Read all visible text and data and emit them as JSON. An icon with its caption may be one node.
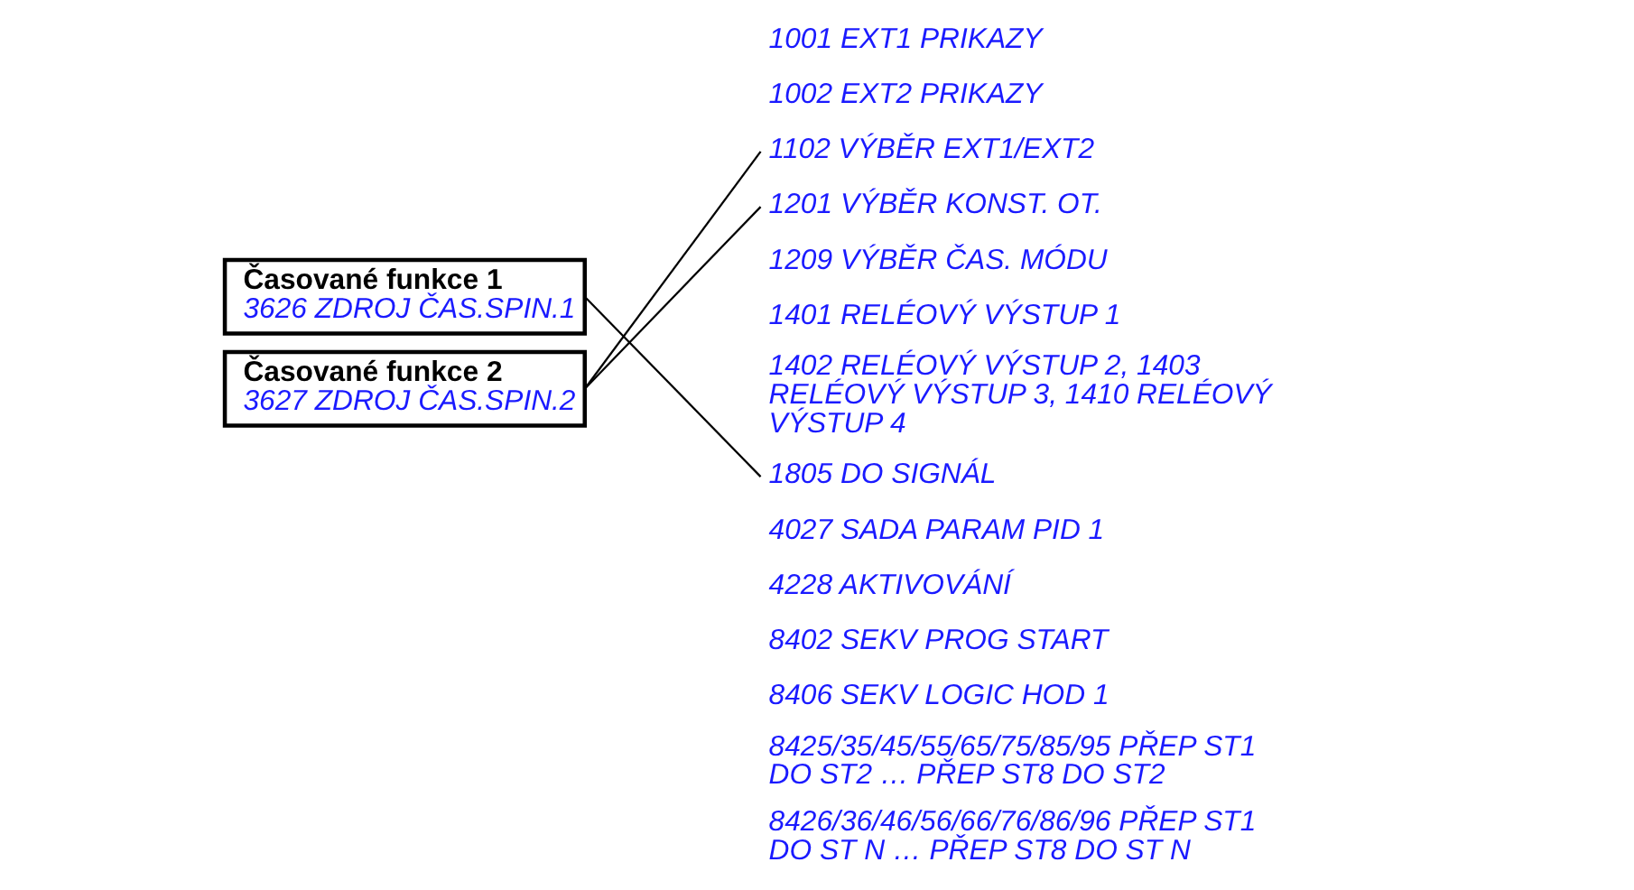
{
  "diagram": {
    "nodes": [
      {
        "text": [
          "Časované funkce 1",
          "3626 ZDROJ ČAS.SPIN.1"
        ]
      },
      {
        "text": [
          "Časované funkce 2",
          "3627 ZDROJ ČAS.SPIN.2"
        ]
      },
      {
        "text": [
          "1102 VÝBĚR EXT1/EXT2"
        ]
      },
      {
        "text": [
          "1201 VÝBĚR KONST. OT."
        ]
      },
      {
        "text": [
          "1805 DO SIGNÁL"
        ]
      }
    ],
    "edges": [
      {
        "from": 0,
        "to": 4,
        "arrow": "none"
      },
      {
        "from": 1,
        "to": 2,
        "arrow": "none"
      },
      {
        "from": 1,
        "to": 3,
        "arrow": "none"
      }
    ],
    "labels": [
      "1001 EXT1 PRIKAZY",
      "1002 EXT2 PRIKAZY",
      "1209 VÝBĚR ČAS. MÓDU",
      "1401 RELÉOVÝ VÝSTUP 1",
      "1402 RELÉOVÝ VÝSTUP 2, 1403 RELÉOVÝ VÝSTUP 3, 1410 RELÉOVÝ VÝSTUP 4",
      "4027 SADA PARAM PID 1",
      "4228 AKTIVOVÁNÍ",
      "8402 SEKV PROG START",
      "8406 SEKV LOGIC HOD 1",
      "8425/35/45/55/65/75/85/95 PŘEP ST1 DO ST2 … PŘEP ST8 DO ST2",
      "8426/36/46/56/66/76/86/96 PŘEP ST1 DO ST N … PŘEP ST8 DO ST N"
    ]
  }
}
